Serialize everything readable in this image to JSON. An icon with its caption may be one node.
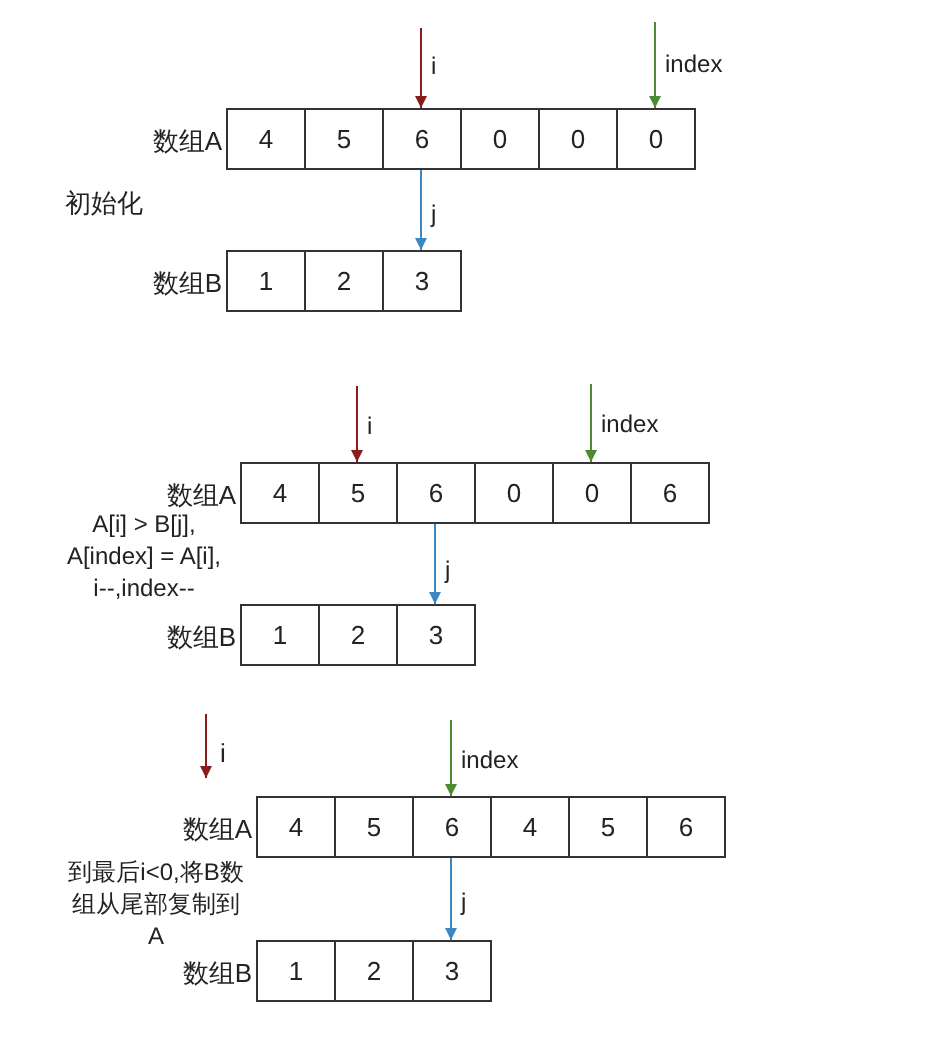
{
  "diagram": {
    "nodes": [
      {
        "text": [
          "4"
        ]
      },
      {
        "text": [
          "5"
        ]
      },
      {
        "text": [
          "6"
        ]
      },
      {
        "text": [
          "0"
        ]
      },
      {
        "text": [
          "0"
        ]
      },
      {
        "text": [
          "0"
        ]
      },
      {
        "text": [
          "1"
        ]
      },
      {
        "text": [
          "2"
        ]
      },
      {
        "text": [
          "3"
        ]
      },
      {
        "text": [
          "4"
        ]
      },
      {
        "text": [
          "5"
        ]
      },
      {
        "text": [
          "6"
        ]
      },
      {
        "text": [
          "0"
        ]
      },
      {
        "text": [
          "0"
        ]
      },
      {
        "text": [
          "6"
        ]
      },
      {
        "text": [
          "1"
        ]
      },
      {
        "text": [
          "2"
        ]
      },
      {
        "text": [
          "3"
        ]
      },
      {
        "text": [
          "4"
        ]
      },
      {
        "text": [
          "5"
        ]
      },
      {
        "text": [
          "6"
        ]
      },
      {
        "text": [
          "4"
        ]
      },
      {
        "text": [
          "5"
        ]
      },
      {
        "text": [
          "6"
        ]
      },
      {
        "text": [
          "1"
        ]
      },
      {
        "text": [
          "2"
        ]
      },
      {
        "text": [
          "3"
        ]
      }
    ],
    "edges": [
      {
        "from": null,
        "to": 2,
        "arrow": "to",
        "label": "i",
        "color": "#8b1a1a"
      },
      {
        "from": null,
        "to": 5,
        "arrow": "to",
        "label": "index",
        "color": "#4d8b31"
      },
      {
        "from": 2,
        "to": 8,
        "arrow": "to",
        "label": "j",
        "color": "#3b87c4"
      },
      {
        "from": null,
        "to": 10,
        "arrow": "to",
        "label": "i",
        "color": "#8b1a1a"
      },
      {
        "from": null,
        "to": 13,
        "arrow": "to",
        "label": "index",
        "color": "#4d8b31"
      },
      {
        "from": 11,
        "to": 17,
        "arrow": "to",
        "label": "j",
        "color": "#3b87c4"
      },
      {
        "from": null,
        "to": 20,
        "arrow": "to",
        "label": "index",
        "color": "#4d8b31"
      },
      {
        "from": 20,
        "to": 26,
        "arrow": "to",
        "label": "j",
        "color": "#3b87c4"
      }
    ],
    "labels": [
      "数组A",
      "初始化",
      "数组B",
      "数组A",
      "A[i] > B[j], A[index] = A[i], i--,index--",
      "数组B",
      "i",
      "数组A",
      "到最后i<0,将B数组从尾部复制到A",
      "数组B"
    ]
  }
}
